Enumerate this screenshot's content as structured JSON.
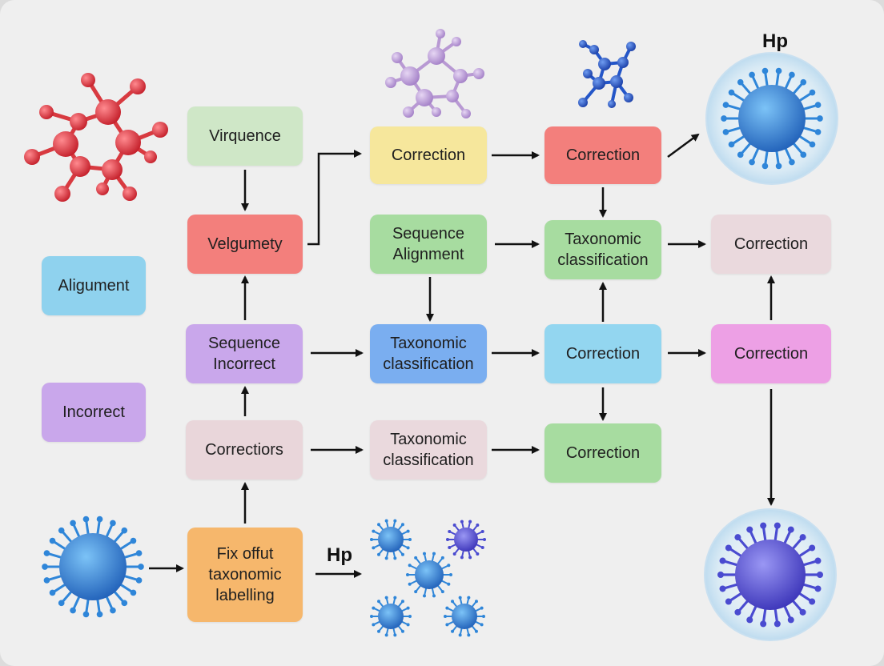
{
  "diagram": {
    "nodes": [
      {
        "id": "viruence",
        "label": "Virquence",
        "color": "#cfe7c7"
      },
      {
        "id": "velgumety",
        "label": "Velgumety",
        "color": "#f37f7c"
      },
      {
        "id": "aligument",
        "label": "Aligument",
        "color": "#8fd2ee"
      },
      {
        "id": "incorrect-side",
        "label": "Incorrect",
        "color": "#c9a7eb"
      },
      {
        "id": "seq-incorrect",
        "label": "Sequence\nIncorrect",
        "color": "#c9a7eb"
      },
      {
        "id": "correctiors",
        "label": "Correctiors",
        "color": "#e9d6da"
      },
      {
        "id": "fix-label",
        "label": "Fix offut\ntaxonomic\nlabelling",
        "color": "#f6b76c"
      },
      {
        "id": "correction-yellow",
        "label": "Correction",
        "color": "#f6e79c"
      },
      {
        "id": "seq-alignment",
        "label": "Sequence\nAlignment",
        "color": "#a7dca0"
      },
      {
        "id": "tax-blue",
        "label": "Taxonomic\nclassification",
        "color": "#7aaef0"
      },
      {
        "id": "tax-pink",
        "label": "Taxonomic\nclassification",
        "color": "#ead9dd"
      },
      {
        "id": "correction-red",
        "label": "Correction",
        "color": "#f37f7c"
      },
      {
        "id": "tax-green",
        "label": "Taxonomic\nclassification",
        "color": "#a7dca0"
      },
      {
        "id": "correction-cyan",
        "label": "Correction",
        "color": "#93d6f0"
      },
      {
        "id": "correction-green",
        "label": "Correction",
        "color": "#a7dca0"
      },
      {
        "id": "correction-rose",
        "label": "Correction",
        "color": "#ead9dd"
      },
      {
        "id": "correction-magenta",
        "label": "Correction",
        "color": "#eda0e5"
      }
    ],
    "labels": {
      "hp_top": "Hp",
      "hp_bottom": "Hp"
    },
    "icons": {
      "red_molecule": "red-molecule-icon",
      "purple_molecule": "purple-molecule-icon",
      "blue_molecule": "blue-molecule-icon",
      "virus_top_right": "virus-in-sphere-icon",
      "virus_bottom_right": "purple-virus-in-sphere-icon",
      "virus_bottom_left": "blue-virus-icon",
      "virus_cluster": "virus-cluster-icon"
    },
    "colors": {
      "arrow": "#111111",
      "red_molecule": "#e0323a",
      "purple_molecule": "#b899d3",
      "blue_molecule": "#2456c8",
      "virus_blue": "#2f86d9",
      "virus_purple": "#5b58d6"
    }
  }
}
